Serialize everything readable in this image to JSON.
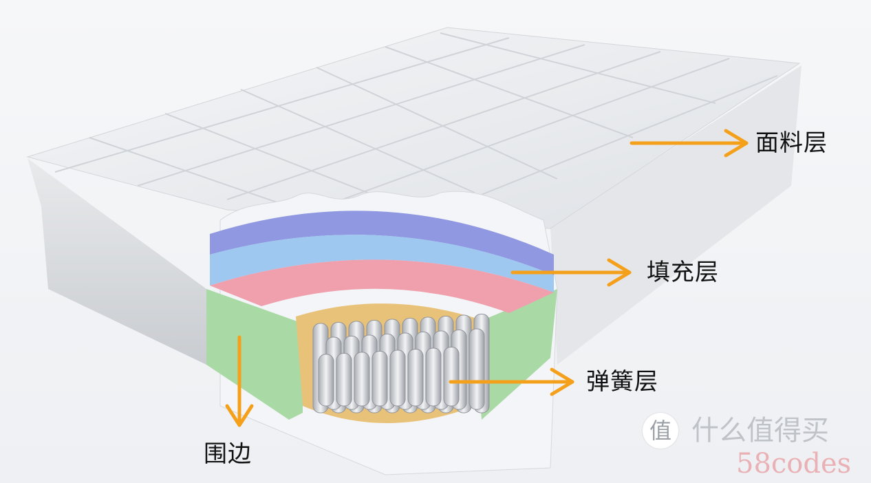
{
  "labels": {
    "fabric_layer": "面料层",
    "filling_layer": "填充层",
    "spring_layer": "弹簧层",
    "border": "围边"
  },
  "watermark": {
    "badge": "值",
    "brand": "什么值得买",
    "overlay": "58codes"
  },
  "colors": {
    "arrow": "#f5a01a",
    "foam_top": "#8f98e0",
    "foam_blue": "#9ec8ef",
    "foam_pink": "#f0a0ad",
    "edge_green": "#a9d9a4",
    "base_tan": "#e9c27a"
  }
}
